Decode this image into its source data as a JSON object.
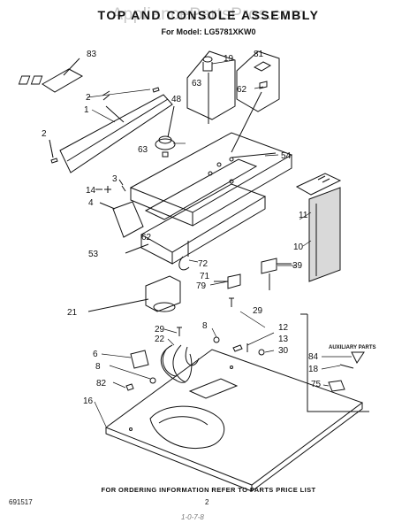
{
  "header": {
    "title": "TOP AND CONSOLE ASSEMBLY",
    "subtitle": "For Model: LG5781XKW0",
    "watermark": "AppliancePartsPros.com"
  },
  "footer": {
    "ordering_note": "FOR ORDERING INFORMATION REFER TO PARTS PRICE LIST",
    "page_code": "691517",
    "page_number": "2",
    "handwritten_mark": "1-0-7-8"
  },
  "auxiliary_parts": {
    "title": "AUXILIARY PARTS",
    "items": [
      "84",
      "18",
      "75"
    ]
  },
  "callouts": {
    "c1": "1",
    "c2a": "2",
    "c2b": "2",
    "c3": "3",
    "c4": "4",
    "c6": "6",
    "c8a": "8",
    "c8b": "8",
    "c10": "10",
    "c11": "11",
    "c12": "12",
    "c13": "13",
    "c14": "14",
    "c16": "16",
    "c19": "19",
    "c21": "21",
    "c22": "22",
    "c29a": "29",
    "c29b": "29",
    "c30": "30",
    "c39": "39",
    "c48": "48",
    "c53": "53",
    "c54": "54",
    "c62a": "62",
    "c62b": "62",
    "c63a": "63",
    "c63b": "63",
    "c71": "71",
    "c72": "72",
    "c79": "79",
    "c81": "81",
    "c82": "82",
    "c83": "83"
  },
  "colors": {
    "line": "#111111",
    "watermark": "#c9c9c9",
    "insulation_fill": "#d9d9d9"
  }
}
